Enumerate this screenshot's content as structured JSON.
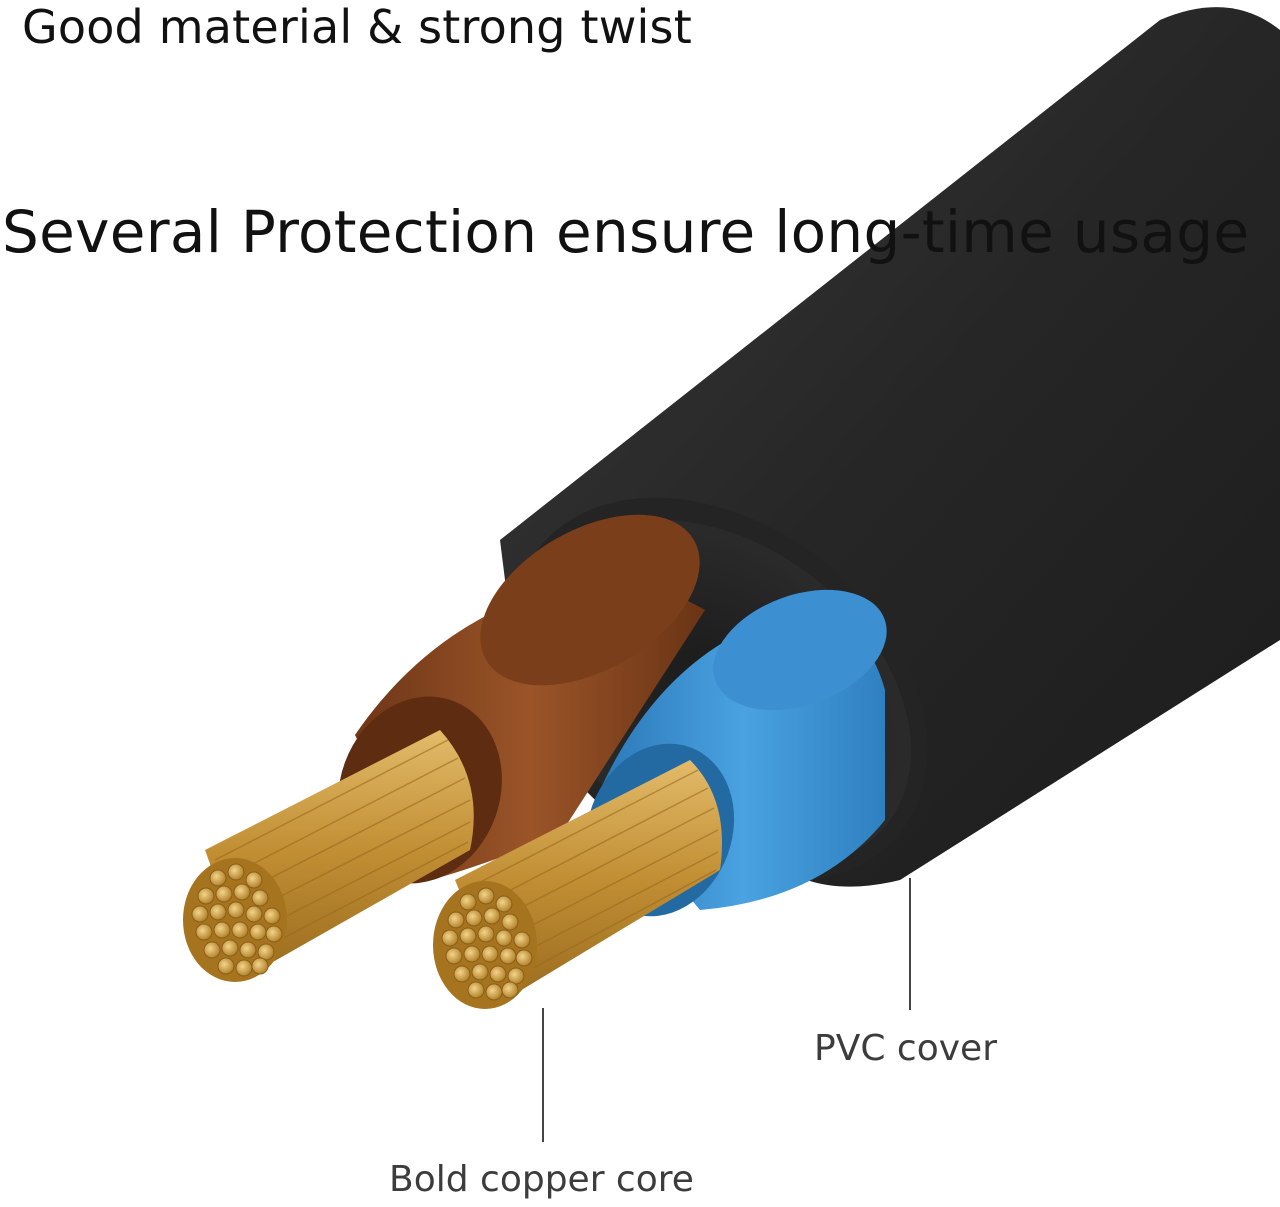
{
  "headings": {
    "line1": "Good material & strong twist",
    "line2": "Several Protection ensure long-time usage"
  },
  "callouts": {
    "cover": "PVC cover",
    "core": "Bold copper core"
  },
  "colors": {
    "background": "#ffffff",
    "outer_jacket": "#2b2b2b",
    "brown_insulation": "#8a4a22",
    "blue_insulation": "#3a8fd0",
    "copper": "#c99a3c",
    "leader_line": "#444444"
  }
}
